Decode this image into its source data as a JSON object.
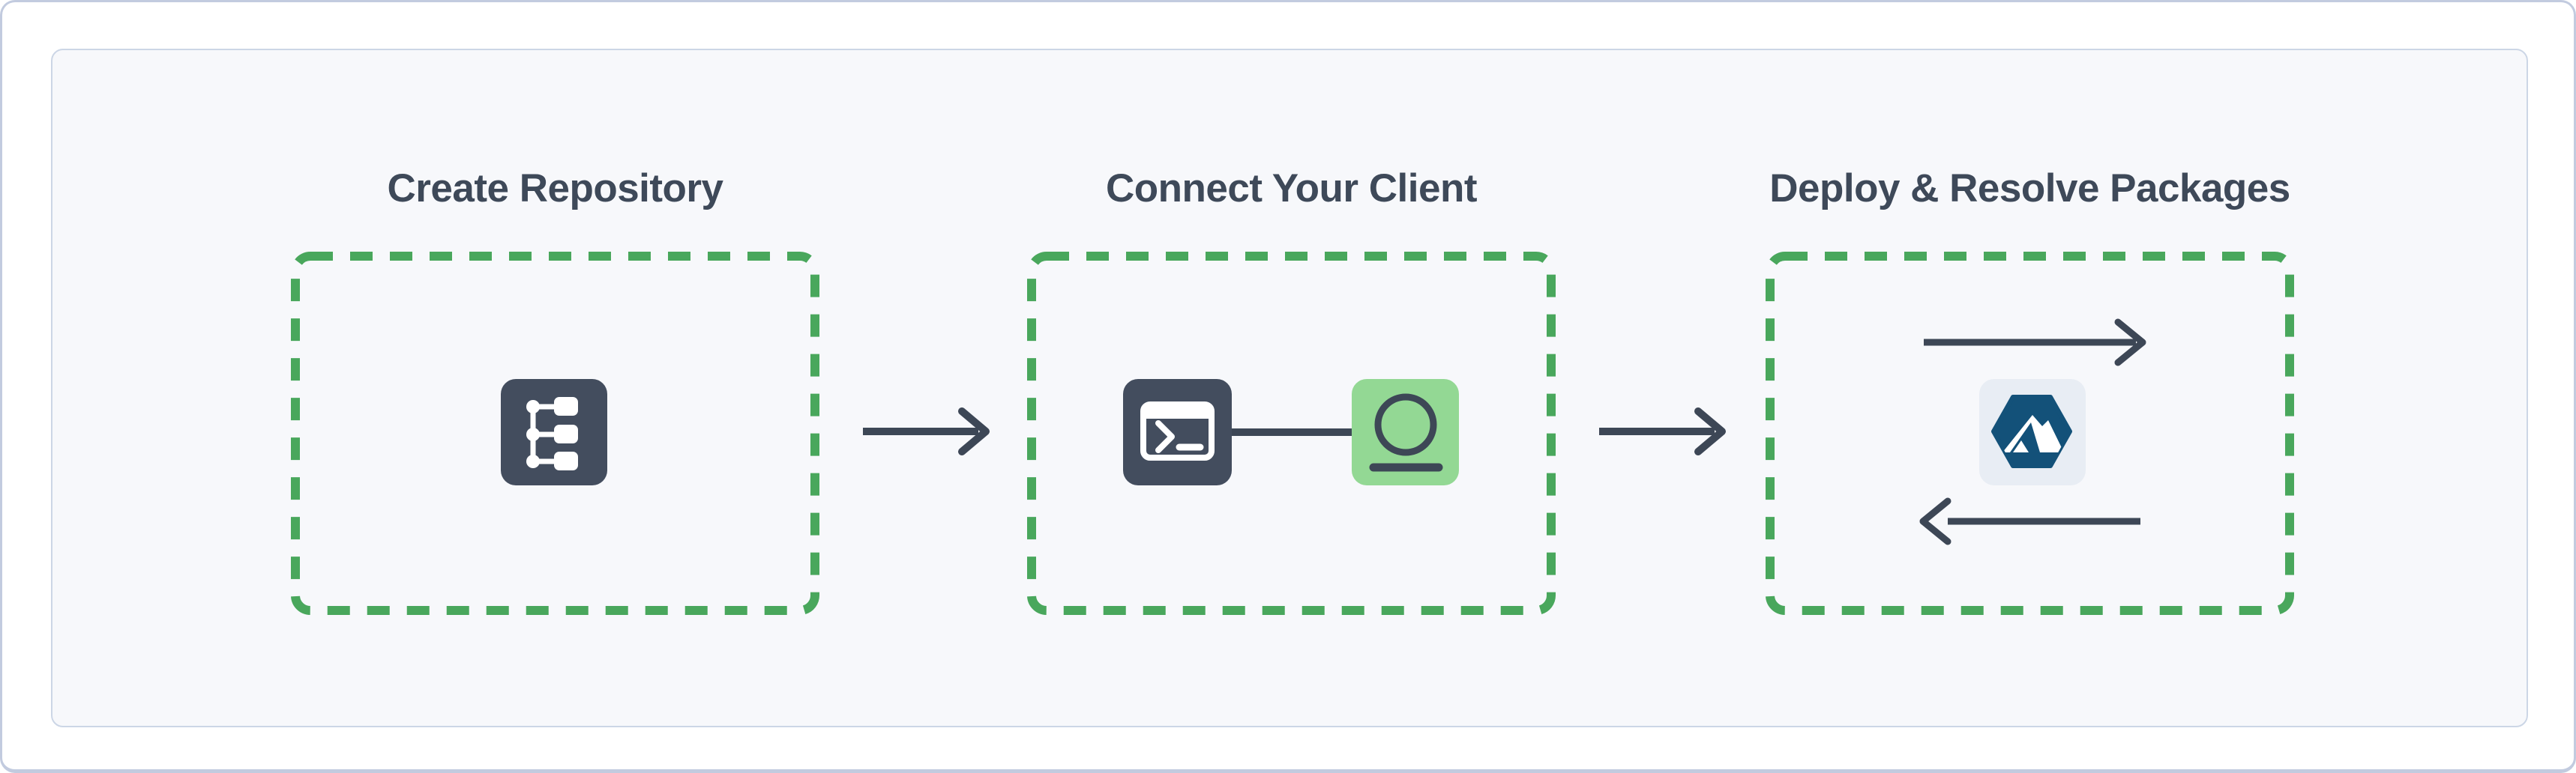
{
  "diagram": {
    "steps": [
      {
        "title": "Create Repository",
        "icon": "repository-structure-icon"
      },
      {
        "title": "Connect Your Client",
        "icons": [
          "terminal-icon",
          "client-package-icon"
        ],
        "connector": "client-link-line"
      },
      {
        "title": "Deploy & Resolve Packages",
        "icon": "mountain-hexagon-logo",
        "arrows": [
          "deploy-arrow-right",
          "resolve-arrow-left"
        ]
      }
    ],
    "flow_arrows": [
      "step1-to-step2-arrow",
      "step2-to-step3-arrow"
    ],
    "colors": {
      "accent_green": "#49a75c",
      "soft_green": "#93d894",
      "slate_dark": "#3d4756",
      "icon_tile_dark": "#434d5e",
      "logo_blue": "#135179",
      "logo_tile_bg": "#e8edf4",
      "panel_bg": "#f7f8fb",
      "panel_border": "#ccd6e6",
      "card_border": "#c2cbdf"
    }
  }
}
